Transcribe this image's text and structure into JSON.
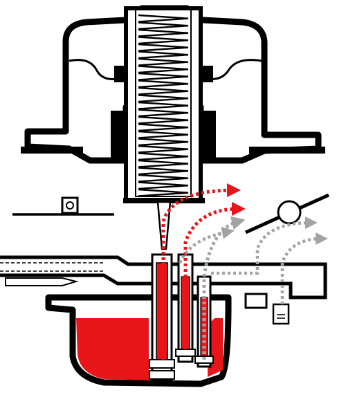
{
  "diagram": {
    "subject": "carburetor-cross-section",
    "colors": {
      "outline": "#000000",
      "body_fill": "#ffffff",
      "fuel": "#e8151b",
      "primary_flow": "#e8151b",
      "secondary_flow": "#a3a3a3"
    },
    "components": [
      "dome-cap",
      "piston-spring",
      "diaphragm",
      "piston-body",
      "jet-needle",
      "choke-lever",
      "throttle-plate",
      "idle-screw",
      "float-bowl",
      "main-jet",
      "pilot-jet",
      "starter-jet"
    ],
    "flows": [
      {
        "id": "main-circuit",
        "style": "dotted",
        "color_key": "primary_flow"
      },
      {
        "id": "secondary-circuit",
        "style": "dotted",
        "color_key": "primary_flow"
      },
      {
        "id": "pilot-circuit",
        "style": "dotted",
        "color_key": "secondary_flow"
      },
      {
        "id": "idle-circuit",
        "style": "dotted",
        "color_key": "secondary_flow"
      }
    ]
  }
}
